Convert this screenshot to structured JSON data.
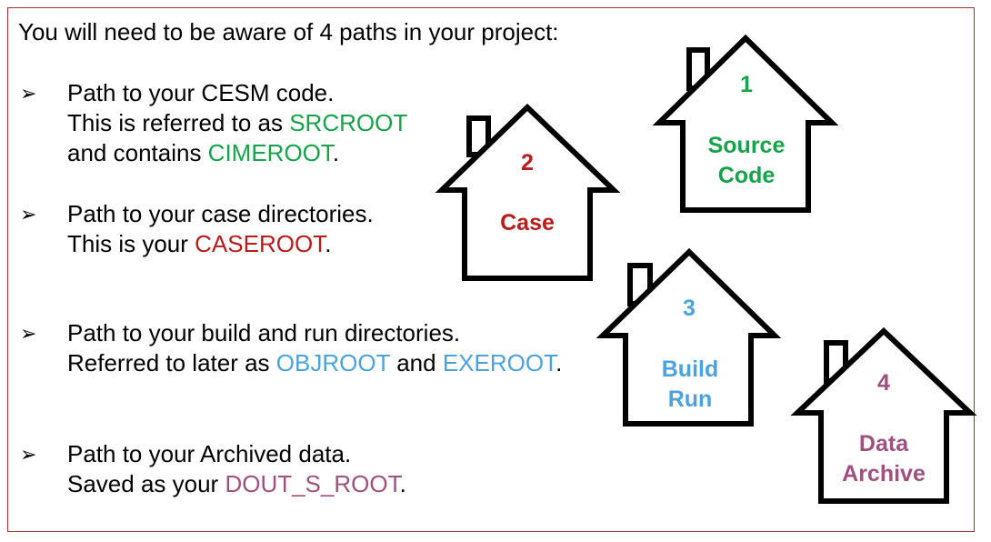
{
  "intro": "You will need to be aware of 4 paths in your project:",
  "bullet_symbol": "➢",
  "bullets": [
    {
      "line1": "Path to your CESM code.",
      "line2_pre": "This is referred to as ",
      "line2_var": "SRCROOT",
      "line3_pre": "and contains ",
      "line3_var": "CIMEROOT",
      "line3_post": "."
    },
    {
      "line1": "Path to your case directories.",
      "line2_pre": "This is your ",
      "line2_var": "CASEROOT",
      "line2_post": "."
    },
    {
      "line1": "Path to your build and run directories.",
      "line2_pre": "Referred to later as ",
      "line2_var1": "OBJROOT",
      "line2_mid": " and ",
      "line2_var2": "EXEROOT",
      "line2_post": "."
    },
    {
      "line1": "Path to your Archived data.",
      "line2_pre": "Saved as your ",
      "line2_var": "DOUT_S_ROOT",
      "line2_post": "."
    }
  ],
  "houses": [
    {
      "number": "1",
      "label1": "Source",
      "label2": "Code",
      "color": "#16a34a"
    },
    {
      "number": "2",
      "label1": "Case",
      "label2": "",
      "color": "#b91c1c"
    },
    {
      "number": "3",
      "label1": "Build",
      "label2": "Run",
      "color": "#4aa3df"
    },
    {
      "number": "4",
      "label1": "Data",
      "label2": "Archive",
      "color": "#a0507e"
    }
  ],
  "colors": {
    "frame": "#b22a2a",
    "green": "#16a34a",
    "red": "#b91c1c",
    "blue": "#4aa3df",
    "purple": "#a0507e"
  }
}
